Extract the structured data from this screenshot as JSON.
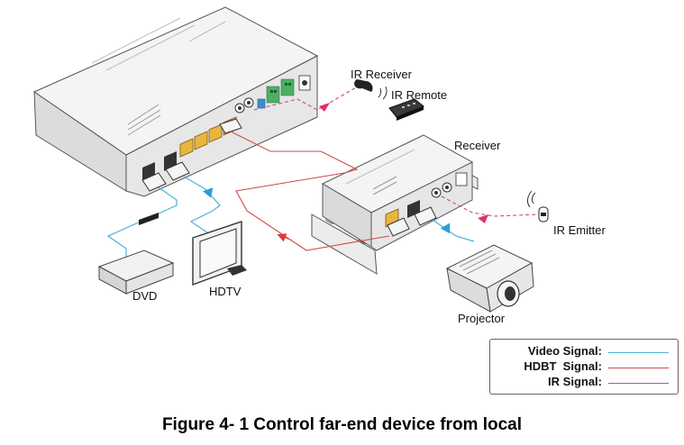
{
  "labels": {
    "ir_receiver": "IR Receiver",
    "ir_remote": "IR Remote",
    "receiver": "Receiver",
    "ir_emitter": "IR Emitter",
    "dvd": "DVD",
    "hdtv": "HDTV",
    "projector": "Projector"
  },
  "legend": {
    "items": [
      {
        "label": "Video Signal:",
        "color": "#4ab3d9"
      },
      {
        "label": "HDBT  Signal:",
        "color": "#d04a4a"
      },
      {
        "label": "IR Signal:",
        "color": "#c24a9a"
      }
    ]
  },
  "caption": "Figure 4- 1 Control far-end device from local",
  "colors": {
    "video": "#4ab3d9",
    "hdbt": "#d04a4a",
    "ir": "#c24a9a",
    "hdbt_arrow": "#d93a3a",
    "ir_arrow": "#e0306e",
    "video_arrow": "#2f9bd6",
    "port_yellow": "#e8b640",
    "connector_green": "#4caf64"
  }
}
